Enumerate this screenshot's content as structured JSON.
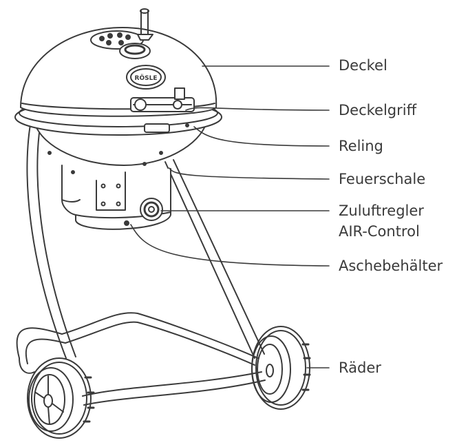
{
  "labels": {
    "deckel": "Deckel",
    "deckelgriff": "Deckelgriff",
    "reling": "Reling",
    "feuerschale": "Feuerschale",
    "zuluft_line1": "Zuluftregler",
    "zuluft_line2": "AIR-Control",
    "aschebehaelter": "Aschebehälter",
    "raeder": "Räder"
  },
  "logo_text": "RÖSLE",
  "colors": {
    "stroke": "#3a3a3a",
    "fill": "#ffffff"
  }
}
